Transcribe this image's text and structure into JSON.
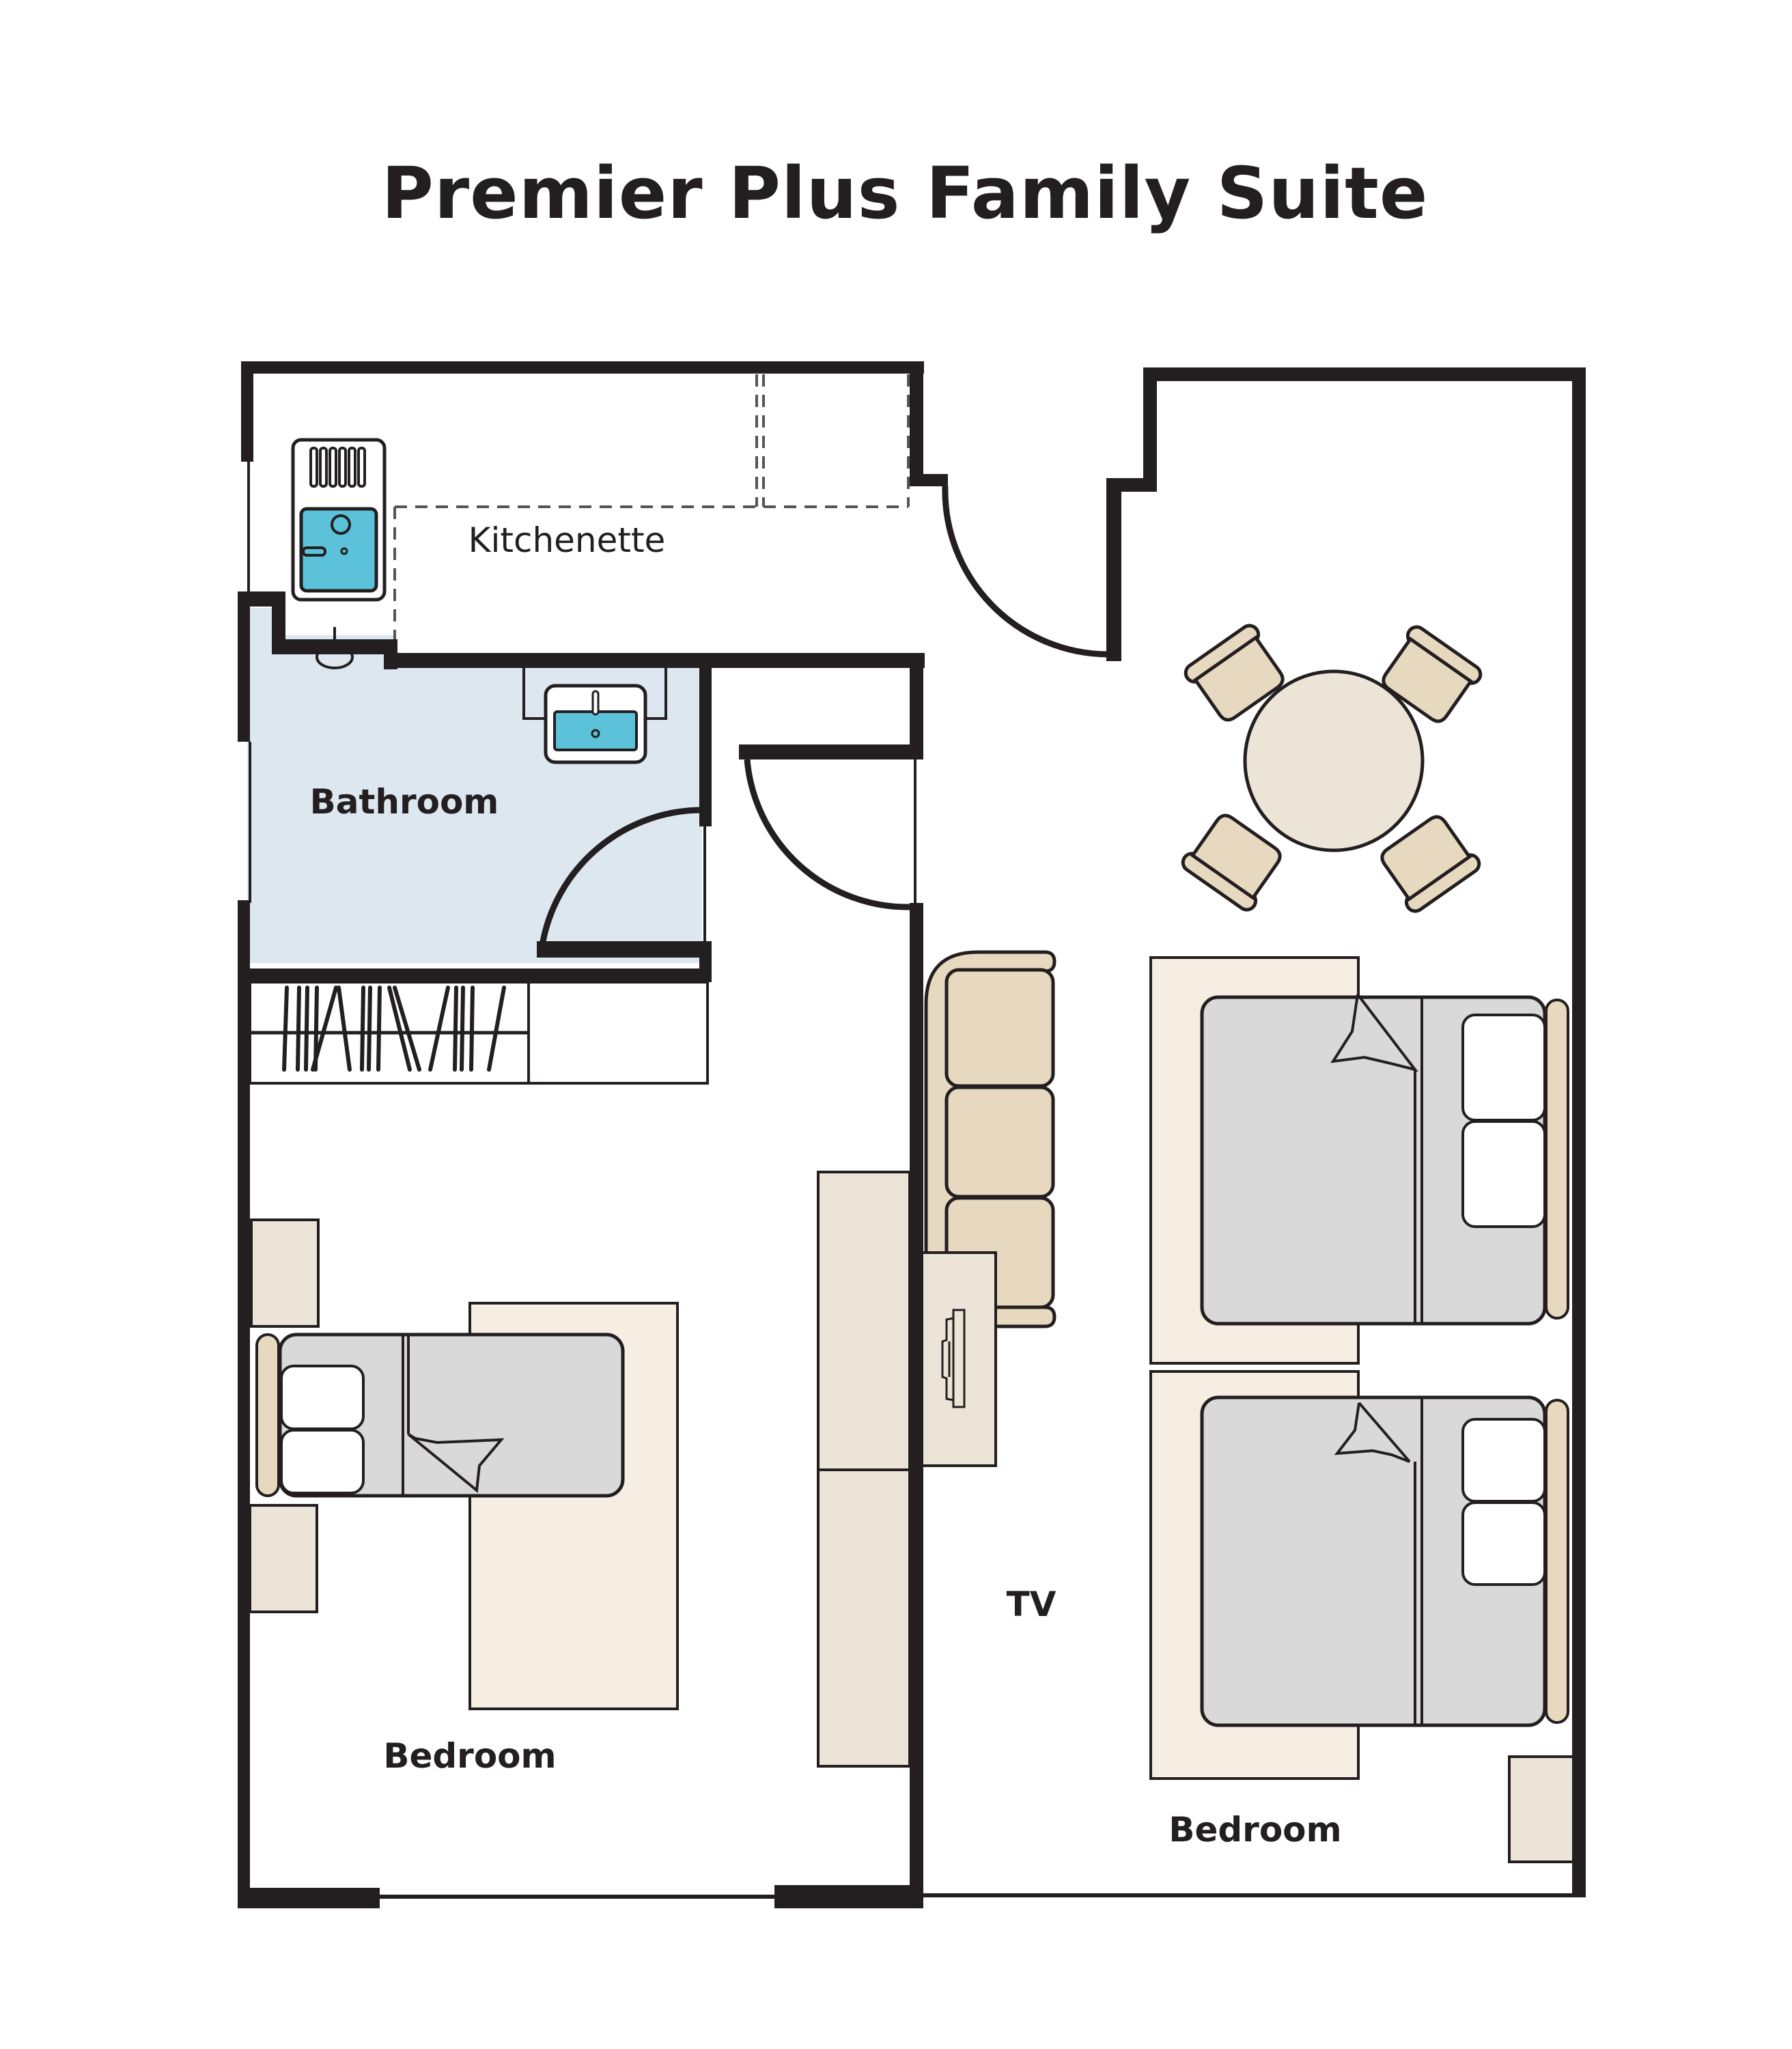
{
  "title": "Premier Plus Family Suite",
  "rooms": {
    "kitchenette": {
      "label": "Kitchenette"
    },
    "bathroom": {
      "label": "Bathroom"
    },
    "bedroom_left": {
      "label": "Bedroom"
    },
    "bedroom_right": {
      "label": "Bedroom"
    },
    "tv": {
      "label": "TV"
    }
  },
  "furniture": {
    "dining_table_seats": 4,
    "double_beds_right": 2,
    "double_beds_left": 1,
    "sofa_seats": 3
  },
  "colors": {
    "wall": "#231f20",
    "bathroom_floor": "#dde7ef",
    "fixture_blue": "#5bc2d9",
    "upholstery": "#e6d9bf",
    "furniture_light": "#ede4d8",
    "rug": "#f6eee2",
    "bed_linen": "#d9d9d9",
    "pillow": "#ffffff"
  }
}
